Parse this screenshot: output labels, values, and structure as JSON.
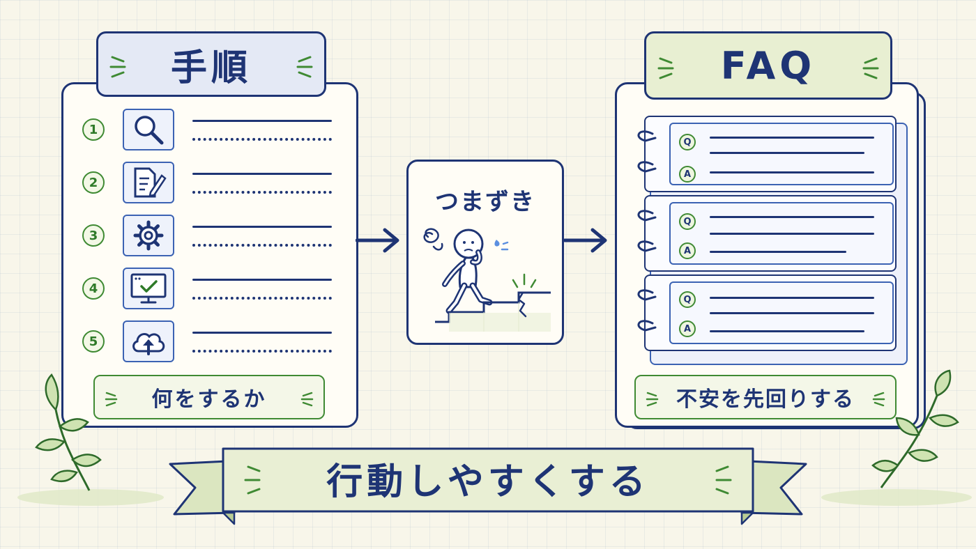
{
  "steps_panel": {
    "title": "手順",
    "steps": [
      {
        "number": "1",
        "icon": "search-icon"
      },
      {
        "number": "2",
        "icon": "document-edit-icon"
      },
      {
        "number": "3",
        "icon": "gear-icon"
      },
      {
        "number": "4",
        "icon": "monitor-check-icon"
      },
      {
        "number": "5",
        "icon": "cloud-upload-icon"
      }
    ],
    "caption": "何をするか"
  },
  "stumble_panel": {
    "title": "つまずき",
    "illustration": "stumbling-person-icon"
  },
  "faq_panel": {
    "title": "FAQ",
    "q_label": "Q",
    "a_label": "A",
    "caption": "不安を先回りする"
  },
  "banner": {
    "text": "行動しやすくする"
  },
  "colors": {
    "navy": "#1e3474",
    "green": "#3f8a33",
    "steps_tab_bg": "#e4e9f5",
    "faq_tab_bg": "#e8efd2",
    "banner_bg": "#e9efd4",
    "paper_bg": "#f8f6ea"
  }
}
